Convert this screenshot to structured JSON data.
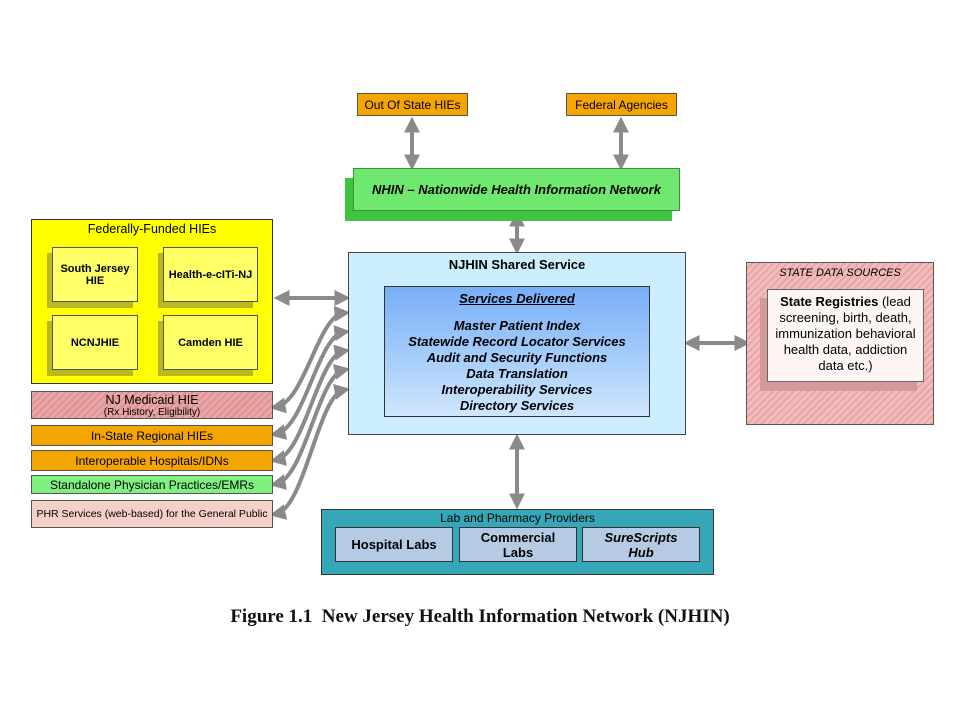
{
  "top_nodes": {
    "out_of_state": "Out Of State HIEs",
    "federal": "Federal Agencies"
  },
  "nhin": "NHIN – Nationwide Health Information Network",
  "federally_funded": {
    "title": "Federally-Funded HIEs",
    "items": [
      "South Jersey HIE",
      "Health-e-cITi-NJ",
      "NCNJHIE",
      "Camden HIE"
    ]
  },
  "left_list": {
    "medicaid_title": "NJ Medicaid HIE",
    "medicaid_sub": "(Rx History, Eligibility)",
    "in_state": "In-State Regional HIEs",
    "hospitals": "Interoperable Hospitals/IDNs",
    "physicians": "Standalone Physician Practices/EMRs",
    "phr": "PHR Services (web-based) for the General Public"
  },
  "shared_service": {
    "title": "NJHIN Shared Service",
    "services_title": "Services Delivered",
    "services": [
      "Master Patient Index",
      "Statewide Record Locator Services",
      "Audit and Security Functions",
      "Data Translation",
      "Interoperability Services",
      "Directory Services"
    ]
  },
  "state_sources": {
    "title": "STATE DATA SOURCES",
    "registry_bold": "State Registries",
    "registry_rest": " (lead screening, birth, death, immunization behavioral health data, addiction data etc.)"
  },
  "lab": {
    "title": "Lab and Pharmacy Providers",
    "items": [
      "Hospital Labs",
      "Commercial Labs",
      "SureScripts Hub"
    ]
  },
  "caption": "Figure 1.1  New Jersey Health Information Network (NJHIN)",
  "colors": {
    "arrow": "#8a8a8a",
    "orange": "#f5a500",
    "yellow": "#ffff00",
    "green": "#6ee86e",
    "light_blue": "#cdeeff",
    "teal": "#35a7b8"
  }
}
